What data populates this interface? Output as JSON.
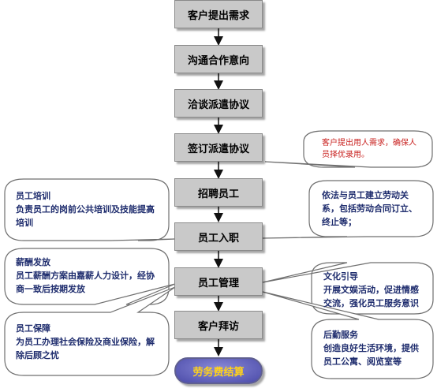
{
  "flow": {
    "steps": [
      "客户提出需求",
      "沟通合作意向",
      "洽谈派遣协议",
      "签订派遣协议",
      "招聘员工",
      "员工入职",
      "员工管理",
      "客户拜访"
    ],
    "end": "劳务费结算"
  },
  "notes": {
    "request": {
      "body": "客户提出用人需求，确保人员择优录用。"
    },
    "training": {
      "title": "员工培训",
      "body": "负责员工的岗前公共培训及技能提高培训"
    },
    "contract": {
      "body": "依法与员工建立劳动关系，包括劳动合同订立、终止等；"
    },
    "salary": {
      "title": "薪酬发放",
      "body": "员工薪酬方案由嘉薪人力设计，经协商一致后按期发放"
    },
    "culture": {
      "title": "文化引导",
      "body": "开展文娱活动，促进情感交流，强化员工服务意识"
    },
    "insurance": {
      "title": "员工保障",
      "body": "为员工办理社会保险及商业保险，解除后顾之忧"
    },
    "service": {
      "title": "后勤服务",
      "body": "创造良好生活环境，提供员工公寓、阅览室等"
    }
  },
  "colors": {
    "step_fill": "#c9c9c9",
    "end_fill": "#4a4aa8",
    "end_text": "#ffd21a",
    "note_text": "#1f2d6e",
    "note_red_text": "#c8201e",
    "arrow": "#111111"
  }
}
